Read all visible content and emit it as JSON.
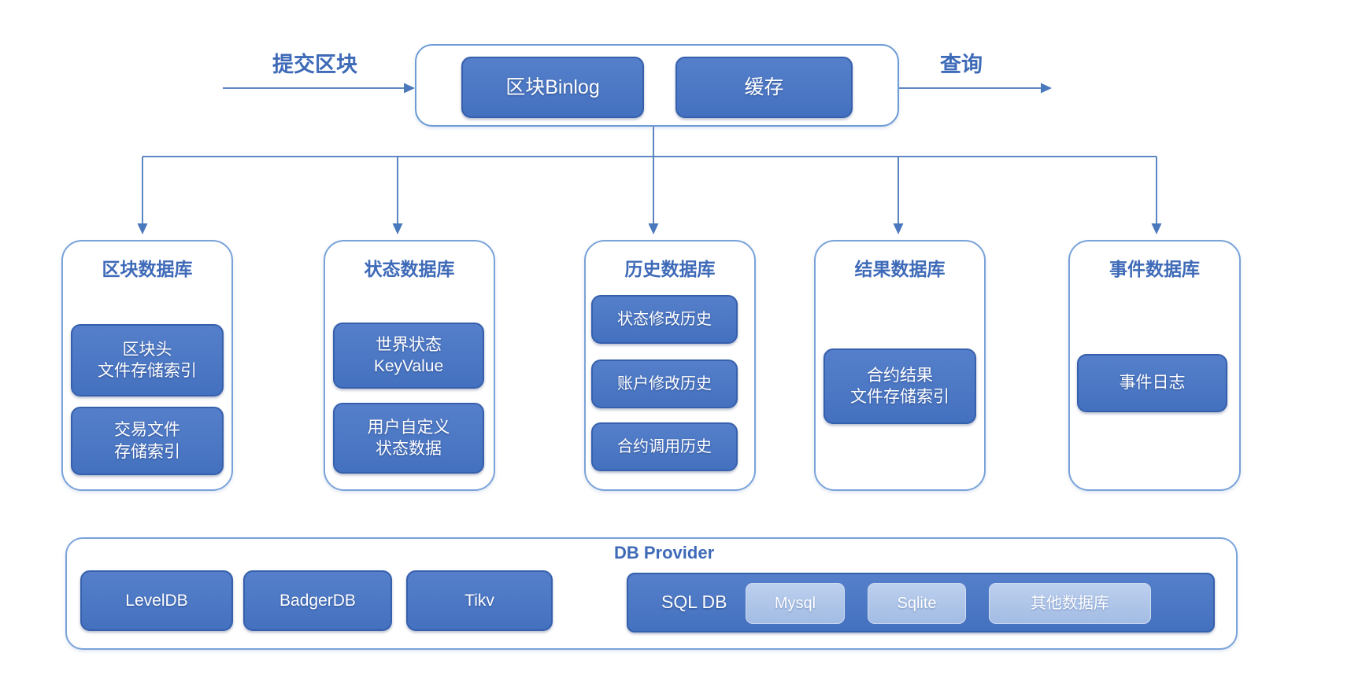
{
  "top": {
    "submit_label": "提交区块",
    "binlog_label": "区块Binlog",
    "cache_label": "缓存",
    "query_label": "查询"
  },
  "databases": [
    {
      "title": "区块数据库",
      "items": [
        "区块头\n文件存储索引",
        "交易文件\n存储索引"
      ]
    },
    {
      "title": "状态数据库",
      "items": [
        "世界状态\nKeyValue",
        "用户自定义\n状态数据"
      ]
    },
    {
      "title": "历史数据库",
      "items": [
        "状态修改历史",
        "账户修改历史",
        "合约调用历史"
      ]
    },
    {
      "title": "结果数据库",
      "items": [
        "合约结果\n文件存储索引"
      ]
    },
    {
      "title": "事件数据库",
      "items": [
        "事件日志"
      ]
    }
  ],
  "provider": {
    "title": "DB Provider",
    "kv_stores": [
      "LevelDB",
      "BadgerDB",
      "Tikv"
    ],
    "sql": {
      "label": "SQL DB",
      "engines": [
        "Mysql",
        "Sqlite",
        "其他数据库"
      ]
    }
  },
  "colors": {
    "node_fill": "#4472c4",
    "node_border": "#3660ac",
    "light_node_fill": "#aec3e8",
    "container_border": "#7aa3d9",
    "accent_text": "#3e6ab8",
    "wire": "#4a78bc"
  }
}
